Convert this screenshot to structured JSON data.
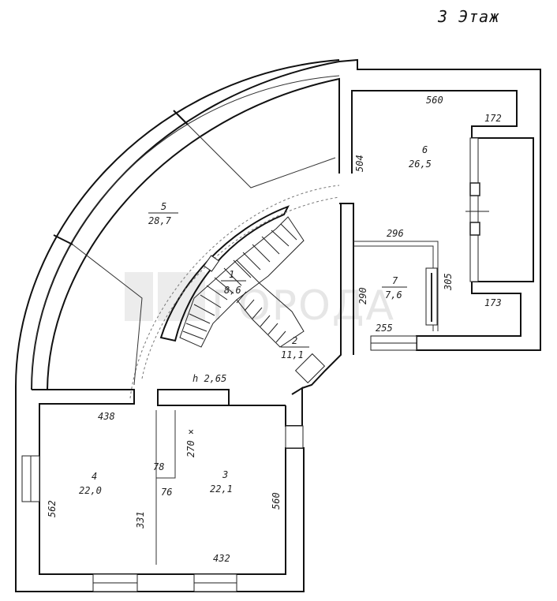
{
  "title": "3   Этаж",
  "watermark": "ГОРОДА",
  "rooms": [
    {
      "number": "1",
      "area": "8,6"
    },
    {
      "number": "2",
      "area": "11,1"
    },
    {
      "number": "3",
      "area": "22,1"
    },
    {
      "number": "4",
      "area": "22,0"
    },
    {
      "number": "5",
      "area": "28,7"
    },
    {
      "number": "6",
      "area": "26,5"
    },
    {
      "number": "7",
      "area": "7,6"
    }
  ],
  "dimensions": [
    "560",
    "172",
    "504",
    "296",
    "305",
    "290",
    "173",
    "255",
    "438",
    "270 ×",
    "78",
    "76",
    "331",
    "562",
    "560",
    "432"
  ],
  "height_note": "h 2,65"
}
